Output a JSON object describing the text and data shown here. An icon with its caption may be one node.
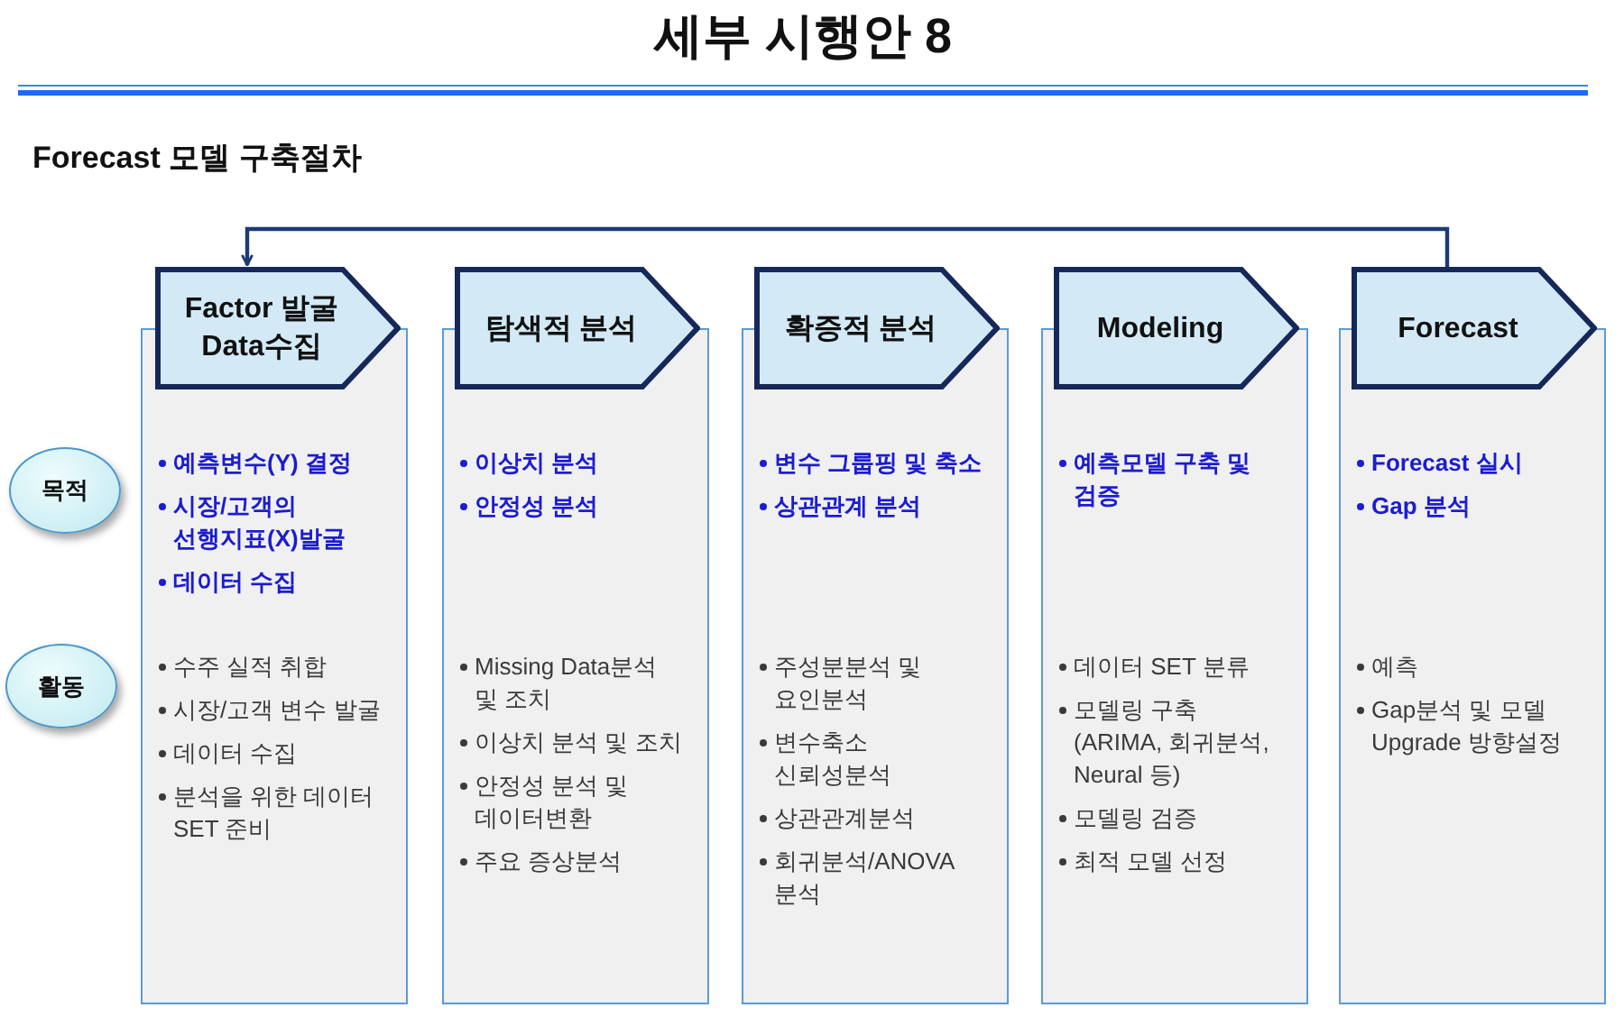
{
  "diagram": {
    "title": "세부 시행안 8",
    "nodes": [
      {
        "text": [
          "Factor 발굴 Data수집"
        ]
      },
      {
        "text": [
          "탐색적 분석"
        ]
      },
      {
        "text": [
          "확증적 분석"
        ]
      },
      {
        "text": [
          "Modeling"
        ]
      },
      {
        "text": [
          "Forecast"
        ]
      },
      {
        "text": [
          "예측변수(Y) 결정",
          "시장/고객의 선행지표(X)발굴",
          "데이터 수집",
          "수주 실적 취합",
          "시장/고객 변수 발굴",
          "데이터 수집",
          "분석을 위한 데이터 SET 준비"
        ]
      },
      {
        "text": [
          "이상치 분석",
          "안정성 분석",
          "Missing Data분석 및 조치",
          "이상치 분석 및 조치",
          "안정성 분석 및 데이터변환",
          "주요 증상분석"
        ]
      },
      {
        "text": [
          "변수 그룹핑 및 축소",
          "상관관계 분석",
          "주성분분석 및 요인분석",
          "변수축소 신뢰성분석",
          "상관관계분석",
          "회귀분석/ANOVA 분석"
        ]
      },
      {
        "text": [
          "예측모델 구축 및 검증",
          "데이터 SET 분류",
          "모델링 구축(ARIMA, 회귀분석, Neural 등)",
          "모델링 검증",
          "최적 모델 선정"
        ]
      },
      {
        "text": [
          "Forecast 실시",
          "Gap 분석",
          "예측",
          "Gap분석 및 모델 Upgrade 방향설정"
        ]
      },
      {
        "text": [
          "목적"
        ]
      },
      {
        "text": [
          "활동"
        ]
      }
    ],
    "edges": [
      {
        "from": 4,
        "to": 0,
        "arrow": "to"
      }
    ],
    "labels": [
      "Forecast 모델 구축절차"
    ]
  }
}
